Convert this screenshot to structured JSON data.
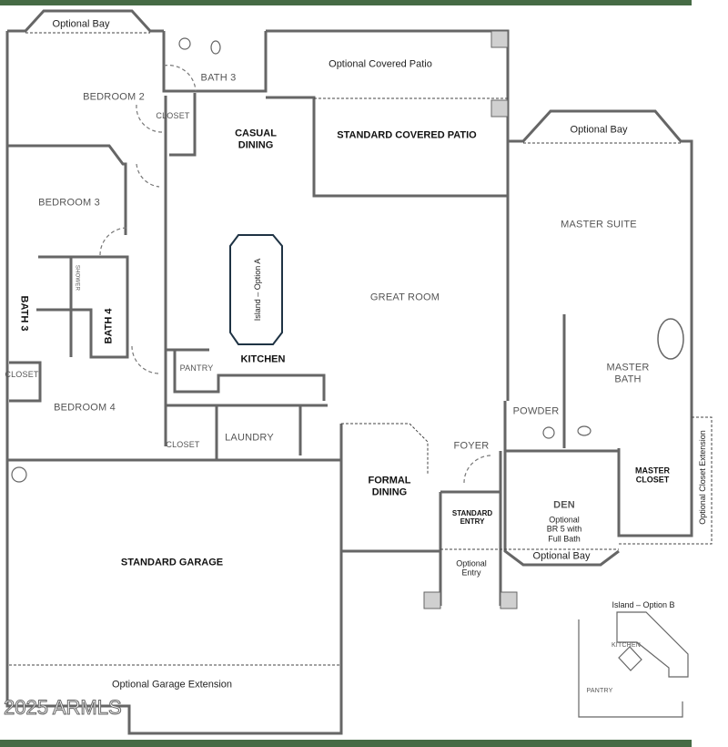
{
  "colors": {
    "frame_bar": "#466b45",
    "wall": "#666666",
    "dashed": "#444444",
    "column": "#d0d0d0",
    "island_outline": "#1f3344"
  },
  "rooms": {
    "optional_bay_top_left": "Optional Bay",
    "bath3_top": "BATH 3",
    "optional_covered_patio": "Optional Covered Patio",
    "bedroom2": "BEDROOM 2",
    "closet_bed2": "CLOSET",
    "casual_dining": [
      "CASUAL",
      "DINING"
    ],
    "standard_covered_patio": "STANDARD COVERED PATIO",
    "optional_bay_master": "Optional Bay",
    "bedroom3": "BEDROOM 3",
    "master_suite": "MASTER SUITE",
    "island_option_a": "Island – Option A",
    "great_room": "GREAT ROOM",
    "bath3_side": "BATH 3",
    "bath4": "BATH 4",
    "shower": "SHOWER",
    "closet_bed4": "CLOSET",
    "pantry": "PANTRY",
    "kitchen": "KITCHEN",
    "master_bath": [
      "MASTER",
      "BATH"
    ],
    "bedroom4": "BEDROOM 4",
    "powder": "POWDER",
    "closet_hall": "CLOSET",
    "laundry": "LAUNDRY",
    "foyer": "FOYER",
    "master_closet": [
      "MASTER",
      "CLOSET"
    ],
    "optional_closet_extension": "Optional Closet Extension",
    "formal_dining": [
      "FORMAL",
      "DINING"
    ],
    "standard_entry": [
      "STANDARD",
      "ENTRY"
    ],
    "den": "DEN",
    "den_note": [
      "Optional",
      "BR 5 with",
      "Full Bath"
    ],
    "optional_bay_den": "Optional Bay",
    "standard_garage": "STANDARD GARAGE",
    "optional_entry": [
      "Optional",
      "Entry"
    ],
    "optional_garage_extension": "Optional Garage Extension"
  },
  "inset": {
    "title": "Island – Option B",
    "kitchen": "KITCHEN",
    "pantry": "PANTRY"
  },
  "watermark": "2025 ARMLS"
}
